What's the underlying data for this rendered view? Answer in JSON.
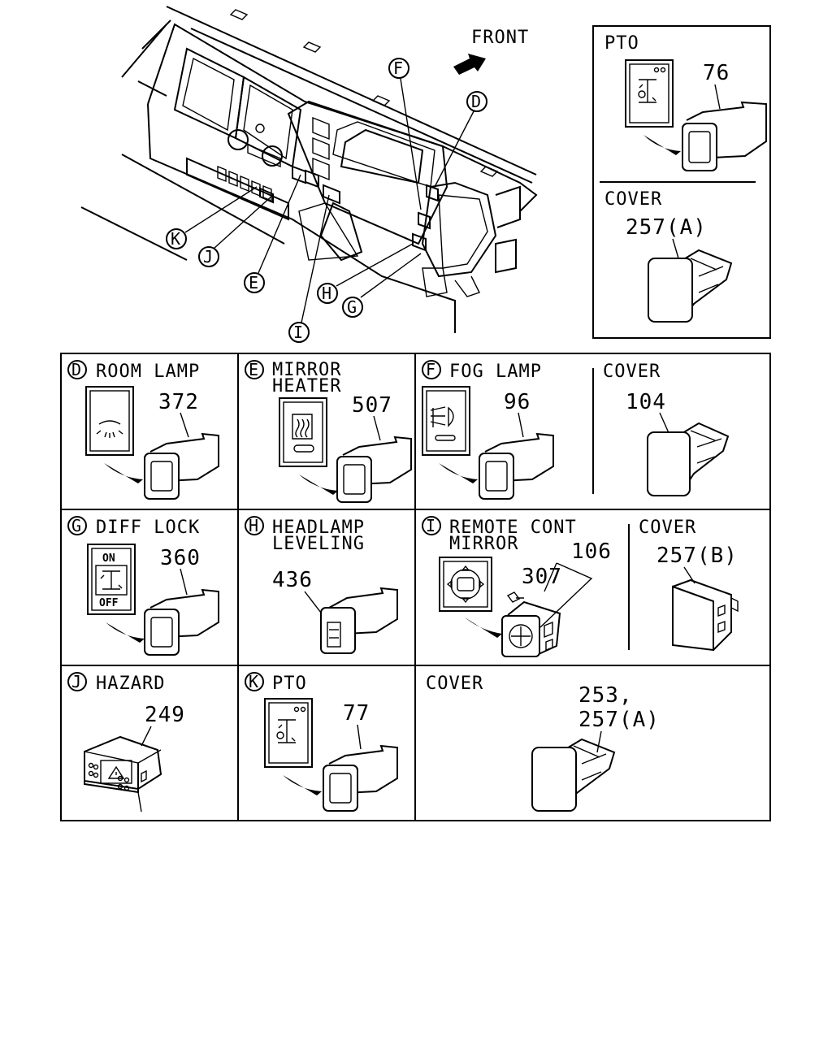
{
  "front_label": "FRONT",
  "callouts": {
    "f": "F",
    "d": "D",
    "k": "K",
    "j": "J",
    "e": "E",
    "i": "I",
    "h": "H",
    "g": "G"
  },
  "pto_inset": {
    "title": "PTO",
    "part": "76",
    "cover_title": "COVER",
    "cover_part": "257(A)"
  },
  "cells": {
    "room_lamp": {
      "letter": "D",
      "title": "ROOM LAMP",
      "part": "372"
    },
    "mirror_heater": {
      "letter": "E",
      "title_1": "MIRROR",
      "title_2": "HEATER",
      "part": "507"
    },
    "fog_lamp": {
      "letter": "F",
      "title": "FOG LAMP",
      "part": "96"
    },
    "fog_cover": {
      "title": "COVER",
      "part": "104"
    },
    "diff_lock": {
      "letter": "G",
      "title": "DIFF LOCK",
      "part": "360",
      "on": "ON",
      "off": "OFF"
    },
    "headlamp": {
      "letter": "H",
      "title_1": "HEADLAMP",
      "title_2": "LEVELING",
      "part": "436"
    },
    "remote_mirror": {
      "letter": "I",
      "title_1": "REMOTE CONT",
      "title_2": "MIRROR",
      "part_a": "106",
      "part_b": "307"
    },
    "remote_cover": {
      "title": "COVER",
      "part": "257(B)"
    },
    "hazard": {
      "letter": "J",
      "title": "HAZARD",
      "part": "249"
    },
    "pto": {
      "letter": "K",
      "title": "PTO",
      "part": "77"
    },
    "cover": {
      "title": "COVER",
      "part_1": "253,",
      "part_2": "257(A)"
    }
  }
}
